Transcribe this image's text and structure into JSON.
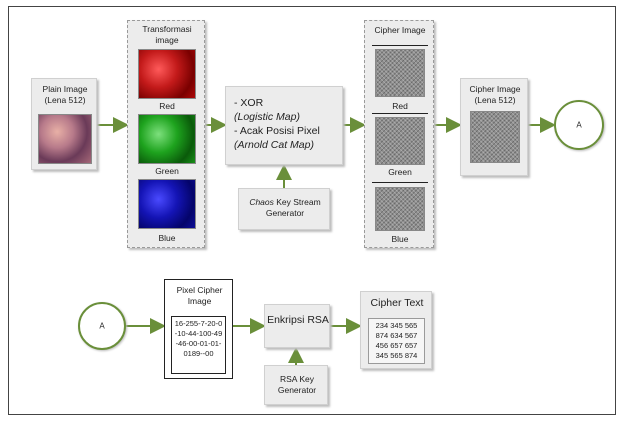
{
  "plain": {
    "title": "Plain Image (Lena 512)"
  },
  "transform": {
    "title": "Transformasi image",
    "red": "Red",
    "green": "Green",
    "blue": "Blue"
  },
  "process": {
    "line1": "- XOR",
    "line2": "(Logistic Map)",
    "line3": "- Acak Posisi Pixel",
    "line4": "(Arnold Cat Map)"
  },
  "keystream": {
    "line1_italic": "Chaos",
    "line1_rest": " Key Stream",
    "line2": "Generator"
  },
  "cipher_image": {
    "title": "Cipher Image",
    "red": "Red",
    "green": "Green",
    "blue": "Blue"
  },
  "cipher_lena": {
    "title": "Cipher Image (Lena 512)"
  },
  "connector_a": "A",
  "connector_a2": "A",
  "pixel_cipher": {
    "title": "Pixel Cipher Image",
    "values": "16-255-7-20-0-10-44-100-49-46-00-01-01-0189--00"
  },
  "rsa": {
    "title": "Enkripsi RSA"
  },
  "rsa_key": {
    "title": "RSA Key Generator"
  },
  "cipher_text": {
    "title": "Cipher Text",
    "rows": [
      "234 345 565",
      "874 634 567",
      "456 657 657",
      "345 565 874"
    ]
  },
  "colors": {
    "arrow": "#6a8f3a",
    "box": "#ececec"
  }
}
